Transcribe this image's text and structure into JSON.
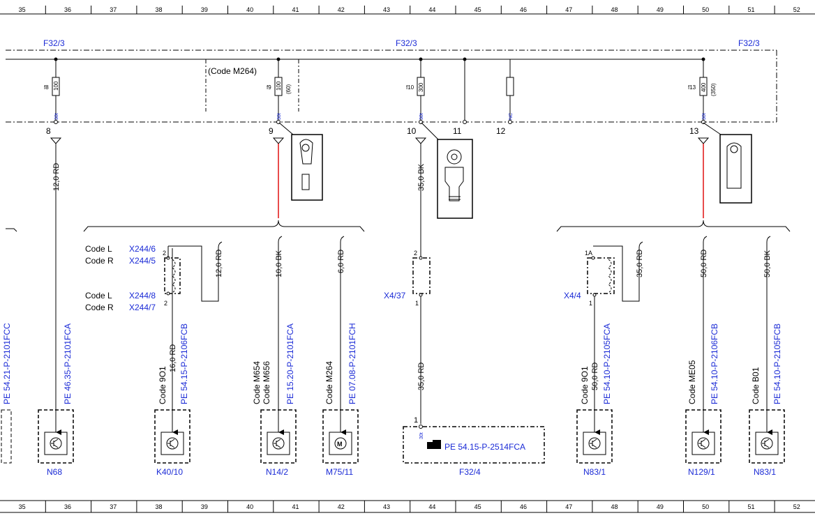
{
  "ruler": {
    "columns": [
      "35",
      "36",
      "37",
      "38",
      "39",
      "40",
      "41",
      "42",
      "43",
      "44",
      "45",
      "46",
      "47",
      "48",
      "49",
      "50",
      "51",
      "52"
    ]
  },
  "bus": {
    "label_left": "F32/3",
    "label_center": "F32/3",
    "label_right": "F32/3",
    "code_box_label": "(Code M264)"
  },
  "fuses": [
    {
      "id": "f8",
      "rating": "100",
      "extra": "",
      "terminal": "30t",
      "pin": "8"
    },
    {
      "id": "f9",
      "rating": "100",
      "extra": "(60)",
      "terminal": "30t",
      "pin": "9"
    },
    {
      "id": "f10",
      "rating": "300",
      "extra": "",
      "terminal": "30t",
      "pin": "10"
    },
    {
      "id": "",
      "rating": "",
      "extra": "",
      "terminal": "",
      "pin": "11"
    },
    {
      "id": "",
      "rating": "",
      "extra": "",
      "terminal": "NC",
      "pin": "12"
    },
    {
      "id": "f13",
      "rating": "400",
      "extra": "(350)",
      "terminal": "30t",
      "pin": "13"
    }
  ],
  "wires": {
    "w8": "12,0 RD",
    "w10": "35,0 BK",
    "w10b": "35,0 RD",
    "k40": "16,0 RD",
    "k40_loop": "12,0 RD",
    "n14": "10,0 BK",
    "m75": "6,0 RD",
    "n83_loop": "35,0 RD",
    "n83": "50,0 RD",
    "n129": "50,0 RD",
    "n83b": "50,0 BK"
  },
  "splice_k40": {
    "code1": "Code L",
    "conn1": "X244/6",
    "code2": "Code R",
    "conn2": "X244/5",
    "code3": "Code L",
    "conn3": "X244/8",
    "code4": "Code R",
    "conn4": "X244/7",
    "pin_top": "2",
    "pin_bottom": "2"
  },
  "connectors": {
    "x4_37": "X4/37",
    "x4_4": "X4/4",
    "pin2": "2",
    "pin1": "1",
    "pin1a": "1A",
    "pin1b": "1"
  },
  "refs": {
    "left_partial": "PE 54.21-P-2101FCC",
    "n68": "PE 46.35-P-2101FCA",
    "k40": "PE 54.15-P-2106FCB",
    "n14": "PE 15.20-P-2101FCA",
    "m75": "PE 07.08-P-2101FCH",
    "n83": "PE 54.10-P-2105FCA",
    "n129": "PE 54.10-P-2106FCB",
    "n83b": "PE 54.10-P-2105FCB",
    "f32_4": "PE 54.15-P-2514FCA"
  },
  "codes": {
    "k40": "Code 9O1",
    "n14_a": "Code M654",
    "n14_b": "Code M656",
    "m75": "Code M264",
    "n83": "Code 9O1",
    "n129": "Code ME05",
    "n83b": "Code B01"
  },
  "components": {
    "n68": "N68",
    "k40": "K40/10",
    "n14": "N14/2",
    "m75": "M75/11",
    "f32_4": "F32/4",
    "f32_4_pin": "1",
    "f32_4_term": "30t",
    "n83": "N83/1",
    "n129": "N129/1",
    "n83b": "N83/1",
    "motor_symbol": "M"
  },
  "colors": {
    "wire_red": "#e01010",
    "link_blue": "#1a2ad6",
    "line": "#000000"
  }
}
